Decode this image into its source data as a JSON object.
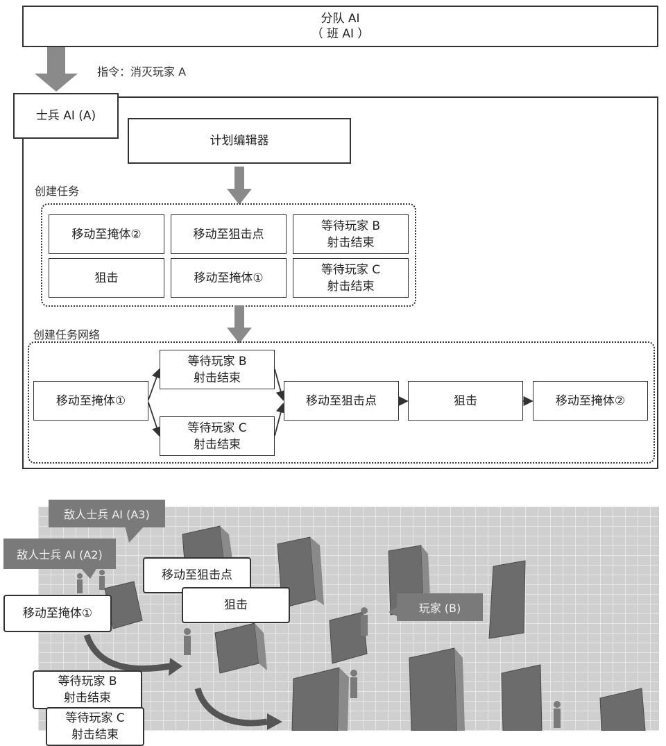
{
  "squad": {
    "title": "分队 AI",
    "subtitle": "（ 班 AI ）"
  },
  "command": "指令：消灭玩家 A",
  "soldier": "士兵 AI (A)",
  "planner": "计划编辑器",
  "create_tasks": {
    "label": "创建任务",
    "tasks": [
      "移动至掩体②",
      "移动至狙击点",
      "等待玩家 B\n射击结束",
      "狙击",
      "移动至掩体①",
      "等待玩家 C\n射击结束"
    ]
  },
  "task_network": {
    "label": "创建任务网络",
    "start": "移动至掩体①",
    "wait_b": "等待玩家 B\n射击结束",
    "wait_c": "等待玩家 C\n射击结束",
    "to_sniper": "移动至狙击点",
    "snipe": "狙击",
    "end": "移动至掩体②"
  },
  "scene": {
    "enemy_a3": "敌人士兵 AI (A3)",
    "enemy_a2": "敌人士兵 AI (A2)",
    "player_b": "玩家 (B)",
    "move_sniper": "移动至狙击点",
    "snipe": "狙击",
    "move_cover1": "移动至掩体①",
    "wait_b": "等待玩家 B\n射击结束",
    "wait_c": "等待玩家 C\n射击结束"
  }
}
